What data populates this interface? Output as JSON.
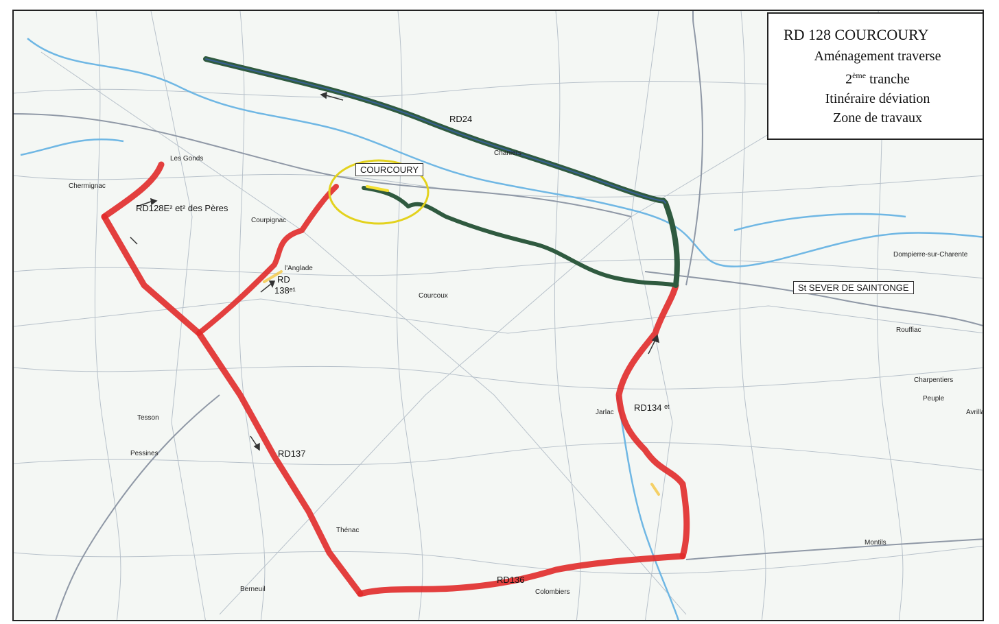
{
  "legend": {
    "title": "RD 128 COURCOURY",
    "line2": "Aménagement traverse",
    "line3_num": "2",
    "line3_sup": "ème",
    "line3_rest": " tranche",
    "line4": "Itinéraire déviation",
    "line5": "Zone de travaux"
  },
  "labels": {
    "courcoury": "COURCOURY",
    "st_sever": "St SEVER DE SAINTONGE",
    "rd24": "RD24",
    "rd128e2": "RD128E² et² des Pères",
    "rd138_a": "RD",
    "rd138_b": "138ᵉ¹",
    "rd137": "RD137",
    "rd136": "RD136",
    "rd134": "RD134 ᵉᵗ"
  },
  "places": {
    "les_gonds": "Les Gonds",
    "chaniers": "Chaniers",
    "dompierre": "Dompierre-sur-Charente",
    "rouffiac": "Rouffiac",
    "montils": "Montils",
    "colombiers": "Colombiers",
    "jarlac": "Jarlac",
    "berneuil": "Berneuil",
    "tesson": "Tesson",
    "pessines": "Pessines",
    "courpignac": "Courpignac",
    "languedoc": "l'Anglade",
    "courcoux": "Courcoux",
    "avril": "Avrillac",
    "charpentiers": "Charpentiers",
    "peuple": "Peuple",
    "thenac": "Thénac",
    "chermignac": "Chermignac"
  },
  "colors": {
    "detour": "#e12a2a",
    "works": "#2f5a3f",
    "circle": "#e3d21d",
    "river": "#6fb7e4",
    "roads": "#9aa6b3"
  }
}
